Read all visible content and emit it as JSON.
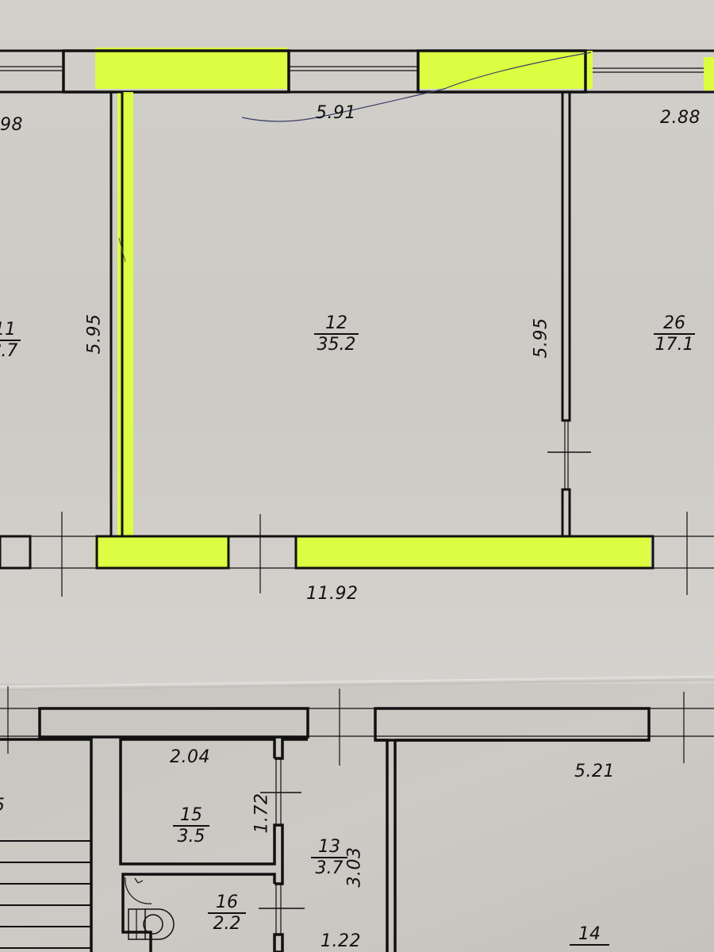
{
  "plan": {
    "highlight_color": "#dcff3a",
    "wall_color": "#111111",
    "paper_color": "#d0cdc8",
    "upper_sheet": {
      "rooms": [
        {
          "id": "11",
          "area": "?.7",
          "partial": true
        },
        {
          "id": "12",
          "area": "35.2"
        },
        {
          "id": "26",
          "area": "17.1"
        }
      ],
      "dimensions": {
        "left_room_width_partial": "98",
        "room12_width": "5.91",
        "room12_left_height": "5.95",
        "room12_right_height": "5.95",
        "room26_width": "2.88",
        "overall_bottom": "11.92"
      }
    },
    "lower_sheet": {
      "rooms": [
        {
          "id": "15",
          "area": "3.5"
        },
        {
          "id": "13",
          "area": "3.7"
        },
        {
          "id": "16",
          "area": "2.2"
        },
        {
          "id": "14",
          "area": "",
          "partial": true
        }
      ],
      "dimensions": {
        "room15_width": "2.04",
        "room15_height": "1.72",
        "room13_height": "3.03",
        "room16_width": "1.22",
        "room14_width": "5.21",
        "stair_partial": "5"
      }
    }
  }
}
